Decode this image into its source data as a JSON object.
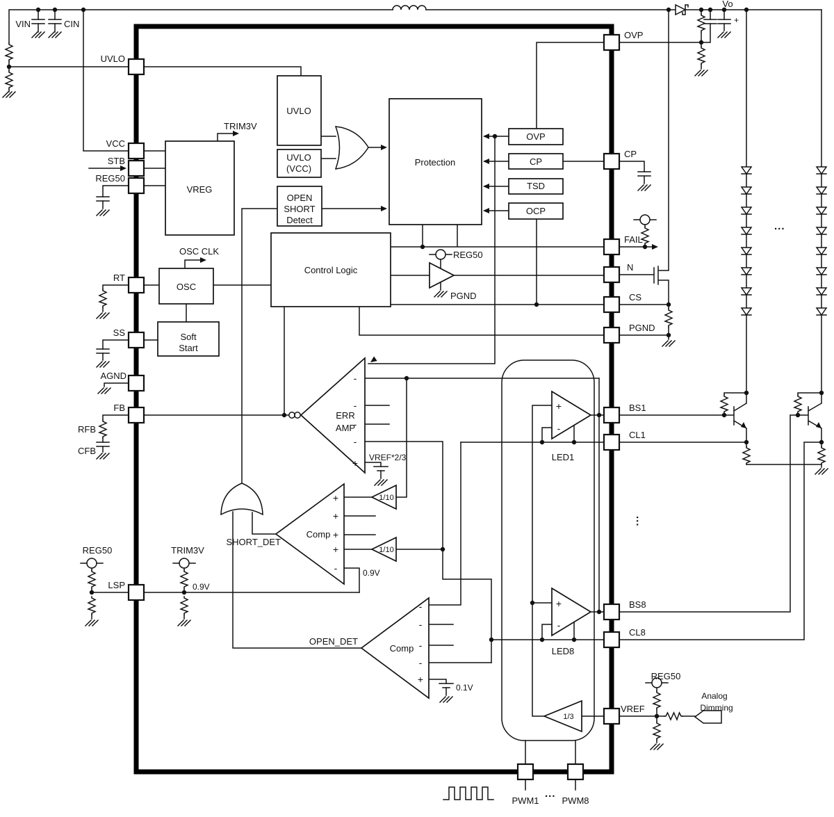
{
  "pins": {
    "left": [
      {
        "label": "UVLO"
      },
      {
        "label": "VCC"
      },
      {
        "label": "STB"
      },
      {
        "label": "REG50"
      },
      {
        "label": "RT"
      },
      {
        "label": "SS"
      },
      {
        "label": "AGND"
      },
      {
        "label": "FB"
      },
      {
        "label": "LSP"
      }
    ],
    "right": [
      {
        "label": "OVP"
      },
      {
        "label": "CP"
      },
      {
        "label": "FAIL"
      },
      {
        "label": "N"
      },
      {
        "label": "CS"
      },
      {
        "label": "PGND"
      },
      {
        "label": "BS1"
      },
      {
        "label": "CL1"
      },
      {
        "label": "BS8"
      },
      {
        "label": "CL8"
      },
      {
        "label": "VREF"
      }
    ],
    "bottom": [
      {
        "label": "PWM1"
      },
      {
        "label": "PWM8"
      }
    ]
  },
  "blocks": {
    "vreg": "VREG",
    "uvlo": "UVLO",
    "uvlo_vcc_line1": "UVLO",
    "uvlo_vcc_line2": "(VCC)",
    "osd_line1": "OPEN",
    "osd_line2": "SHORT",
    "osd_line3": "Detect",
    "protection": "Protection",
    "control_logic": "Control Logic",
    "osc": "OSC",
    "soft_start_line1": "Soft",
    "soft_start_line2": "Start",
    "ovp": "OVP",
    "cp": "CP",
    "tsd": "TSD",
    "ocp": "OCP"
  },
  "amps": {
    "err_line1": "ERR",
    "err_line2": "AMP",
    "comp_short": "Comp",
    "comp_open": "Comp",
    "gain_tenth": "1/10",
    "gain_third": "1/3",
    "led1": "LED1",
    "led8": "LED8"
  },
  "signals": {
    "trim3v": "TRIM3V",
    "osc_clk": "OSC CLK",
    "reg50": "REG50",
    "pgnd": "PGND",
    "short_det": "SHORT_DET",
    "open_det": "OPEN_DET",
    "vref_2_3": "VREF*2/3",
    "v0_9": "0.9V",
    "v0_1": "0.1V",
    "vo": "Vo",
    "vin": "VIN",
    "cin": "CIN",
    "rfb": "RFB",
    "cfb": "CFB",
    "analog_line1": "Analog",
    "analog_line2": "Dimming",
    "ellipsis": "...",
    "plus": "+",
    "minus": "-"
  }
}
